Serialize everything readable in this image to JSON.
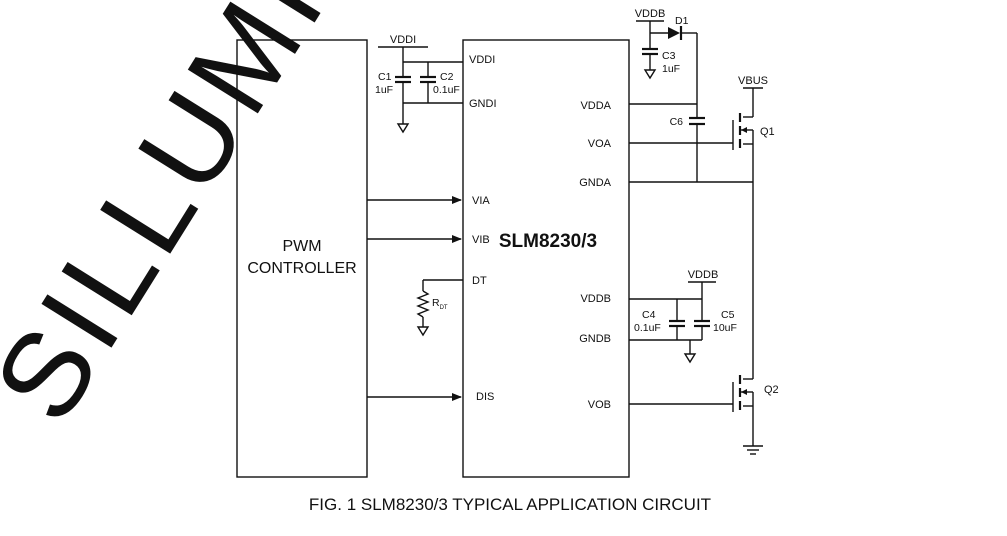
{
  "watermark": "SILLUMIN",
  "controller": {
    "line1": "PWM",
    "line2": "CONTROLLER"
  },
  "chip": {
    "name": "SLM8230/3",
    "pins_left": {
      "vddi": "VDDI",
      "gndi": "GNDI",
      "via": "VIA",
      "vib": "VIB",
      "dt": "DT",
      "dis": "DIS"
    },
    "pins_right": {
      "vdda": "VDDA",
      "voa": "VOA",
      "gnda": "GNDA",
      "vddb": "VDDB",
      "gndb": "GNDB",
      "vob": "VOB"
    }
  },
  "supplies": {
    "vddi": "VDDI",
    "vddb_top": "VDDB",
    "vddb_mid": "VDDB",
    "vbus": "VBUS"
  },
  "components": {
    "c1": {
      "name": "C1",
      "value": "1uF"
    },
    "c2": {
      "name": "C2",
      "value": "0.1uF"
    },
    "c3": {
      "name": "C3",
      "value": "1uF"
    },
    "c4": {
      "name": "C4",
      "value": "0.1uF"
    },
    "c5": {
      "name": "C5",
      "value": "10uF"
    },
    "c6": {
      "name": "C6"
    },
    "d1": {
      "name": "D1"
    },
    "q1": {
      "name": "Q1"
    },
    "q2": {
      "name": "Q2"
    },
    "rdt": {
      "name": "R",
      "sub": "DT"
    }
  },
  "caption": "FIG. 1 SLM8230/3 TYPICAL APPLICATION CIRCUIT"
}
